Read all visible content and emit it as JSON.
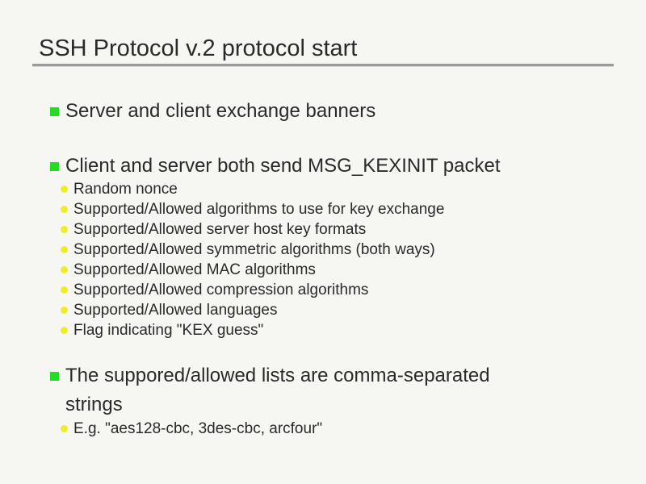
{
  "slide": {
    "title": "SSH Protocol v.2 protocol start",
    "bullets": [
      {
        "text": "Server and client exchange banners",
        "subs": []
      },
      {
        "text": "Client and server both send MSG_KEXINIT packet",
        "subs": [
          "Random nonce",
          "Supported/Allowed algorithms to use for key exchange",
          "Supported/Allowed server host key formats",
          "Supported/Allowed symmetric algorithms (both ways)",
          "Supported/Allowed MAC algorithms",
          "Supported/Allowed compression algorithms",
          "Supported/Allowed languages",
          "Flag indicating \"KEX guess\""
        ]
      },
      {
        "text": "The suppored/allowed lists are comma-separated strings",
        "subs": [
          "E.g. \"aes128-cbc, 3des-cbc, arcfour\""
        ]
      }
    ],
    "colors": {
      "background": "#f6f6f2",
      "bullet_marker": "#22dd22",
      "sub_marker": "#eeee22",
      "rule": "#9a9a9a"
    }
  }
}
